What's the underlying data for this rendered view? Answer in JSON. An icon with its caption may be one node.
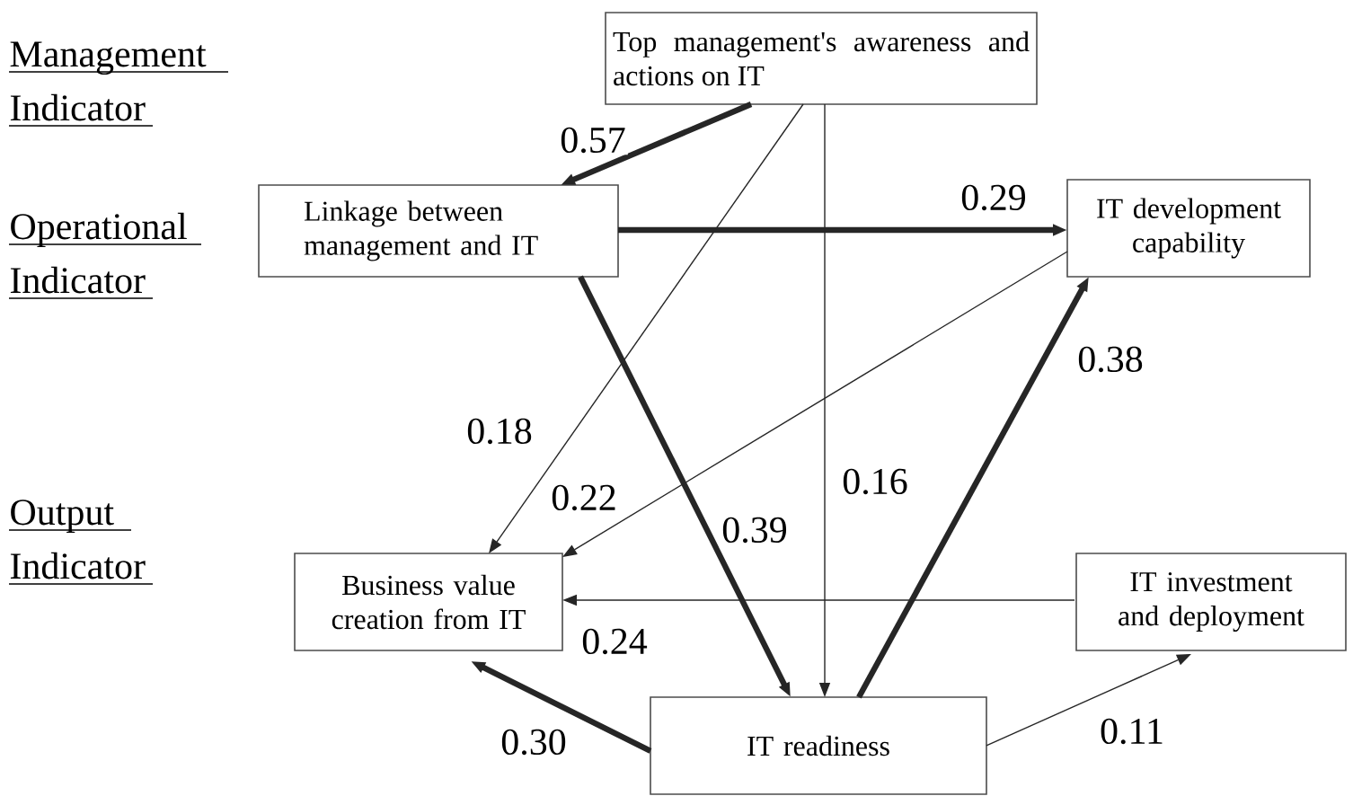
{
  "diagram": {
    "nodes": [
      {
        "text": [
          "Top management's awareness and actions on IT"
        ]
      },
      {
        "text": [
          "Linkage between management and IT"
        ]
      },
      {
        "text": [
          "IT development capability"
        ]
      },
      {
        "text": [
          "Business value creation from IT"
        ]
      },
      {
        "text": [
          "IT investment and deployment"
        ]
      },
      {
        "text": [
          "IT readiness"
        ]
      }
    ],
    "edges": [
      {
        "from": 0,
        "to": 1,
        "arrow": "to",
        "label": "0.57",
        "style": "thick"
      },
      {
        "from": 1,
        "to": 2,
        "arrow": "to",
        "label": "0.29",
        "style": "thick"
      },
      {
        "from": 0,
        "to": 3,
        "arrow": "to",
        "label": "0.18"
      },
      {
        "from": 0,
        "to": 5,
        "arrow": "to",
        "label": "0.16"
      },
      {
        "from": 1,
        "to": 5,
        "arrow": "to",
        "label": "0.39",
        "style": "thick"
      },
      {
        "from": 2,
        "to": 3,
        "arrow": "to",
        "label": "0.22"
      },
      {
        "from": 4,
        "to": 3,
        "arrow": "to",
        "label": "0.24"
      },
      {
        "from": 5,
        "to": 2,
        "arrow": "to",
        "label": "0.38",
        "style": "thick"
      },
      {
        "from": 5,
        "to": 3,
        "arrow": "to",
        "label": "0.30",
        "style": "thick"
      },
      {
        "from": 5,
        "to": 4,
        "arrow": "to",
        "label": "0.11"
      }
    ],
    "labels": [
      "Management Indicator",
      "Operational Indicator",
      "Output Indicator"
    ]
  }
}
